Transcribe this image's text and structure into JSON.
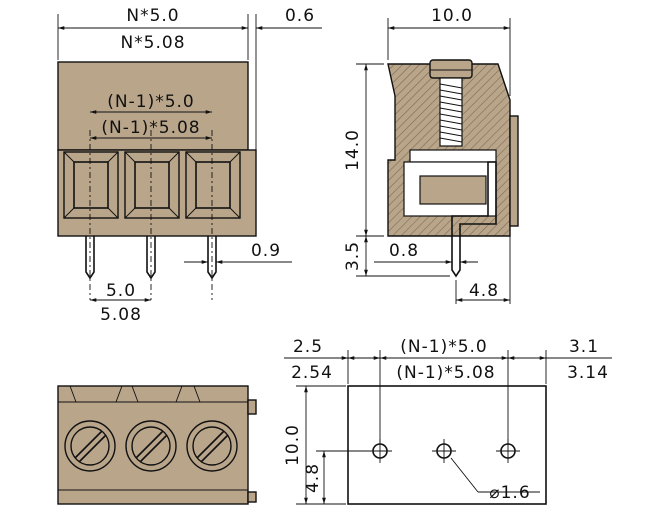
{
  "colors": {
    "body_fill": "#b9a58a",
    "line": "#111111",
    "background": "#ffffff"
  },
  "front_view": {
    "total_width_a": "N*5.0",
    "total_width_b": "N*5.08",
    "inner_width_a": "(N-1)*5.0",
    "inner_width_b": "(N-1)*5.08",
    "pitch_a": "5.0",
    "pitch_b": "5.08",
    "pin_width": "0.9",
    "edge_offset": "0.6"
  },
  "side_view": {
    "width": "10.0",
    "height": "14.0",
    "pin_length": "3.5",
    "pin_thickness": "0.8",
    "pin_offset": "4.8"
  },
  "pcb_layout": {
    "left_margin_a": "2.5",
    "left_margin_b": "2.54",
    "span_a": "(N-1)*5.0",
    "span_b": "(N-1)*5.08",
    "right_margin_a": "3.1",
    "right_margin_b": "3.14",
    "depth": "10.0",
    "hole_row_offset": "4.8",
    "hole_diameter": "⌀1.6"
  }
}
